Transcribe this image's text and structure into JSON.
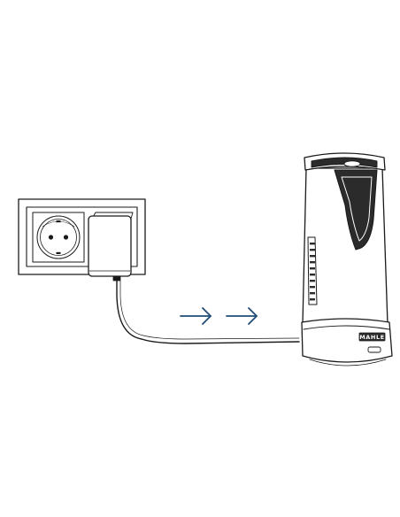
{
  "diagram": {
    "device_brand_text": "MAHLE",
    "colors": {
      "line": "#1a1a1a",
      "arrow": "#1f4d7a",
      "dark_fill": "#2b2b2b",
      "background": "#ffffff"
    },
    "icons": [
      "wall-socket-icon",
      "power-adapter-icon",
      "charging-cable",
      "flow-arrow",
      "portable-device-icon"
    ]
  }
}
